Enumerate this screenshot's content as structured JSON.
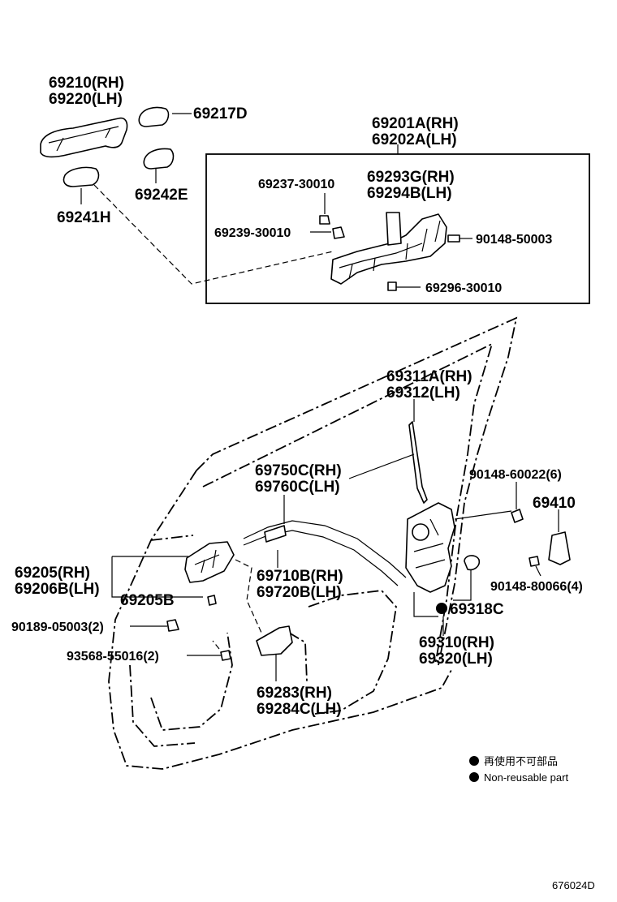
{
  "labels": {
    "handle_rh": "69210(RH)",
    "handle_lh": "69220(LH)",
    "cap_d": "69217D",
    "cover_e": "69242E",
    "pad_h": "69241H",
    "frame_rh": "69201A(RH)",
    "frame_lh": "69202A(LH)",
    "p69237": "69237-30010",
    "p69239": "69239-30010",
    "bracket_rh": "69293G(RH)",
    "bracket_lh": "69294B(LH)",
    "bolt_90148_50003": "90148-50003",
    "p69296": "69296-30010",
    "rod_rh": "69311A(RH)",
    "rod_lh": "69312(LH)",
    "cable_rh": "69750C(RH)",
    "cable_lh": "69760C(LH)",
    "screw_90148_60022": "90148-60022(6)",
    "striker": "69410",
    "inner_handle_rh": "69205(RH)",
    "inner_handle_lh": "69206B(LH)",
    "inner_handle_b": "69205B",
    "cable2_rh": "69710B(RH)",
    "cable2_lh": "69720B(LH)",
    "screw_90148_80066": "90148-80066(4)",
    "seal_c": "69318C",
    "clip_90189": "90189-05003(2)",
    "lock_rh": "69310(RH)",
    "lock_lh": "69320(LH)",
    "screw_93568": "93568-55016(2)",
    "cover2_rh": "69283(RH)",
    "cover2_lh": "69284C(LH)"
  },
  "legend": {
    "japanese": "再使用不可部品",
    "english": "Non-reusable part"
  },
  "figure_id": "676024D"
}
